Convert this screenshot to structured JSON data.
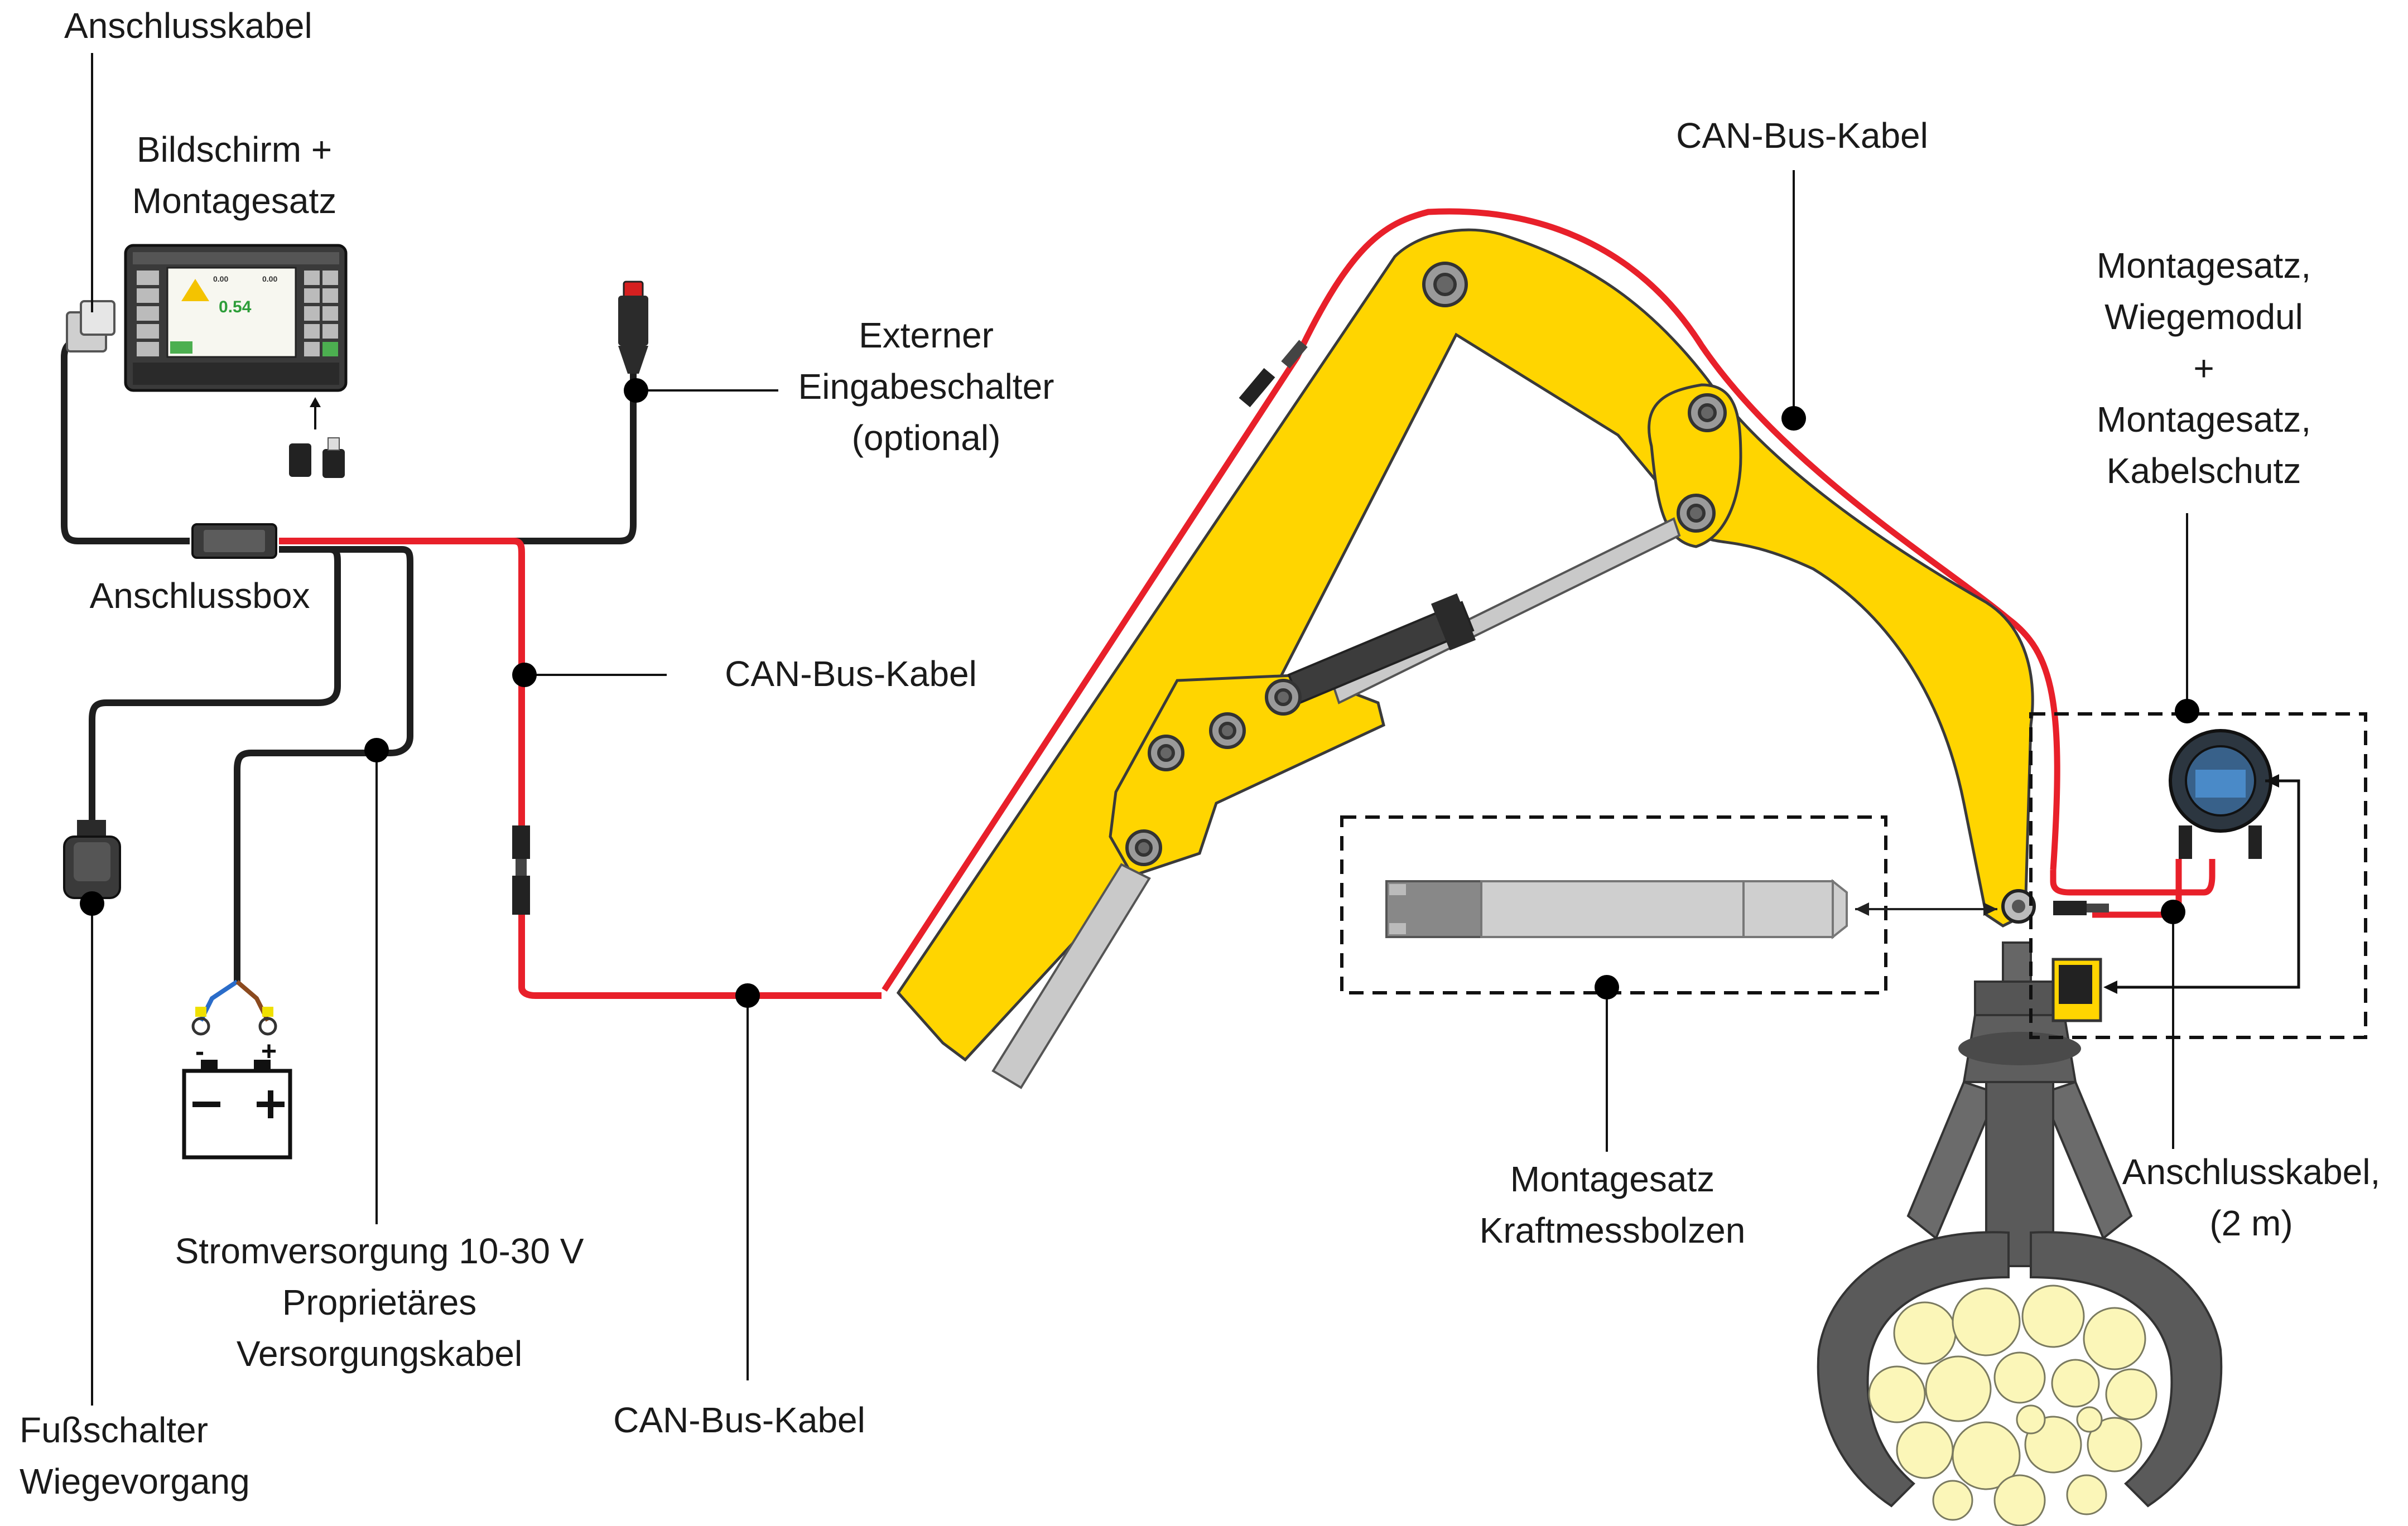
{
  "labels": {
    "connection_cable_top": "Anschlusskabel",
    "screen_kit": [
      "Bildschirm +",
      "Montagesatz"
    ],
    "external_switch": [
      "Externer",
      "Eingabeschalter",
      "(optional)"
    ],
    "can_bus_top": "CAN-Bus-Kabel",
    "mount_kit_module": [
      "Montagesatz,",
      "Wiegemodul",
      "+",
      "Montagesatz,",
      "Kabelschutz"
    ],
    "connection_box": "Anschlussbox",
    "can_bus_mid": "CAN-Bus-Kabel",
    "power_supply": [
      "Stromversorgung 10-30 V",
      "Proprietäres",
      "Versorgungskabel"
    ],
    "can_bus_bottom": "CAN-Bus-Kabel",
    "foot_switch": [
      "Fußschalter",
      "Wiegevorgang"
    ],
    "load_pin_kit": [
      "Montagesatz",
      "Kraftmessbolzen"
    ],
    "connection_cable_right": [
      "Anschlusskabel,",
      "(2 m)"
    ]
  },
  "display": {
    "reading": "0.54",
    "small_left": "0.00",
    "small_right": "0.00"
  },
  "battery": {
    "minus": "-",
    "plus": "+"
  },
  "colors": {
    "boom_yellow": "#FFD500",
    "can_red": "#E8202A",
    "cable_black": "#1e1e1e",
    "outline": "#444444",
    "log_fill": "#FBF6B8",
    "grapple_gray": "#5a5a5a",
    "display_screen": "#f7f7f0"
  },
  "icons": [
    "display-unit-icon",
    "usb-stick-icon",
    "connector-plug-icon",
    "push-button-icon",
    "foot-pedal-icon",
    "battery-icon",
    "weighing-module-icon",
    "load-pin-icon",
    "log-grapple-icon"
  ]
}
